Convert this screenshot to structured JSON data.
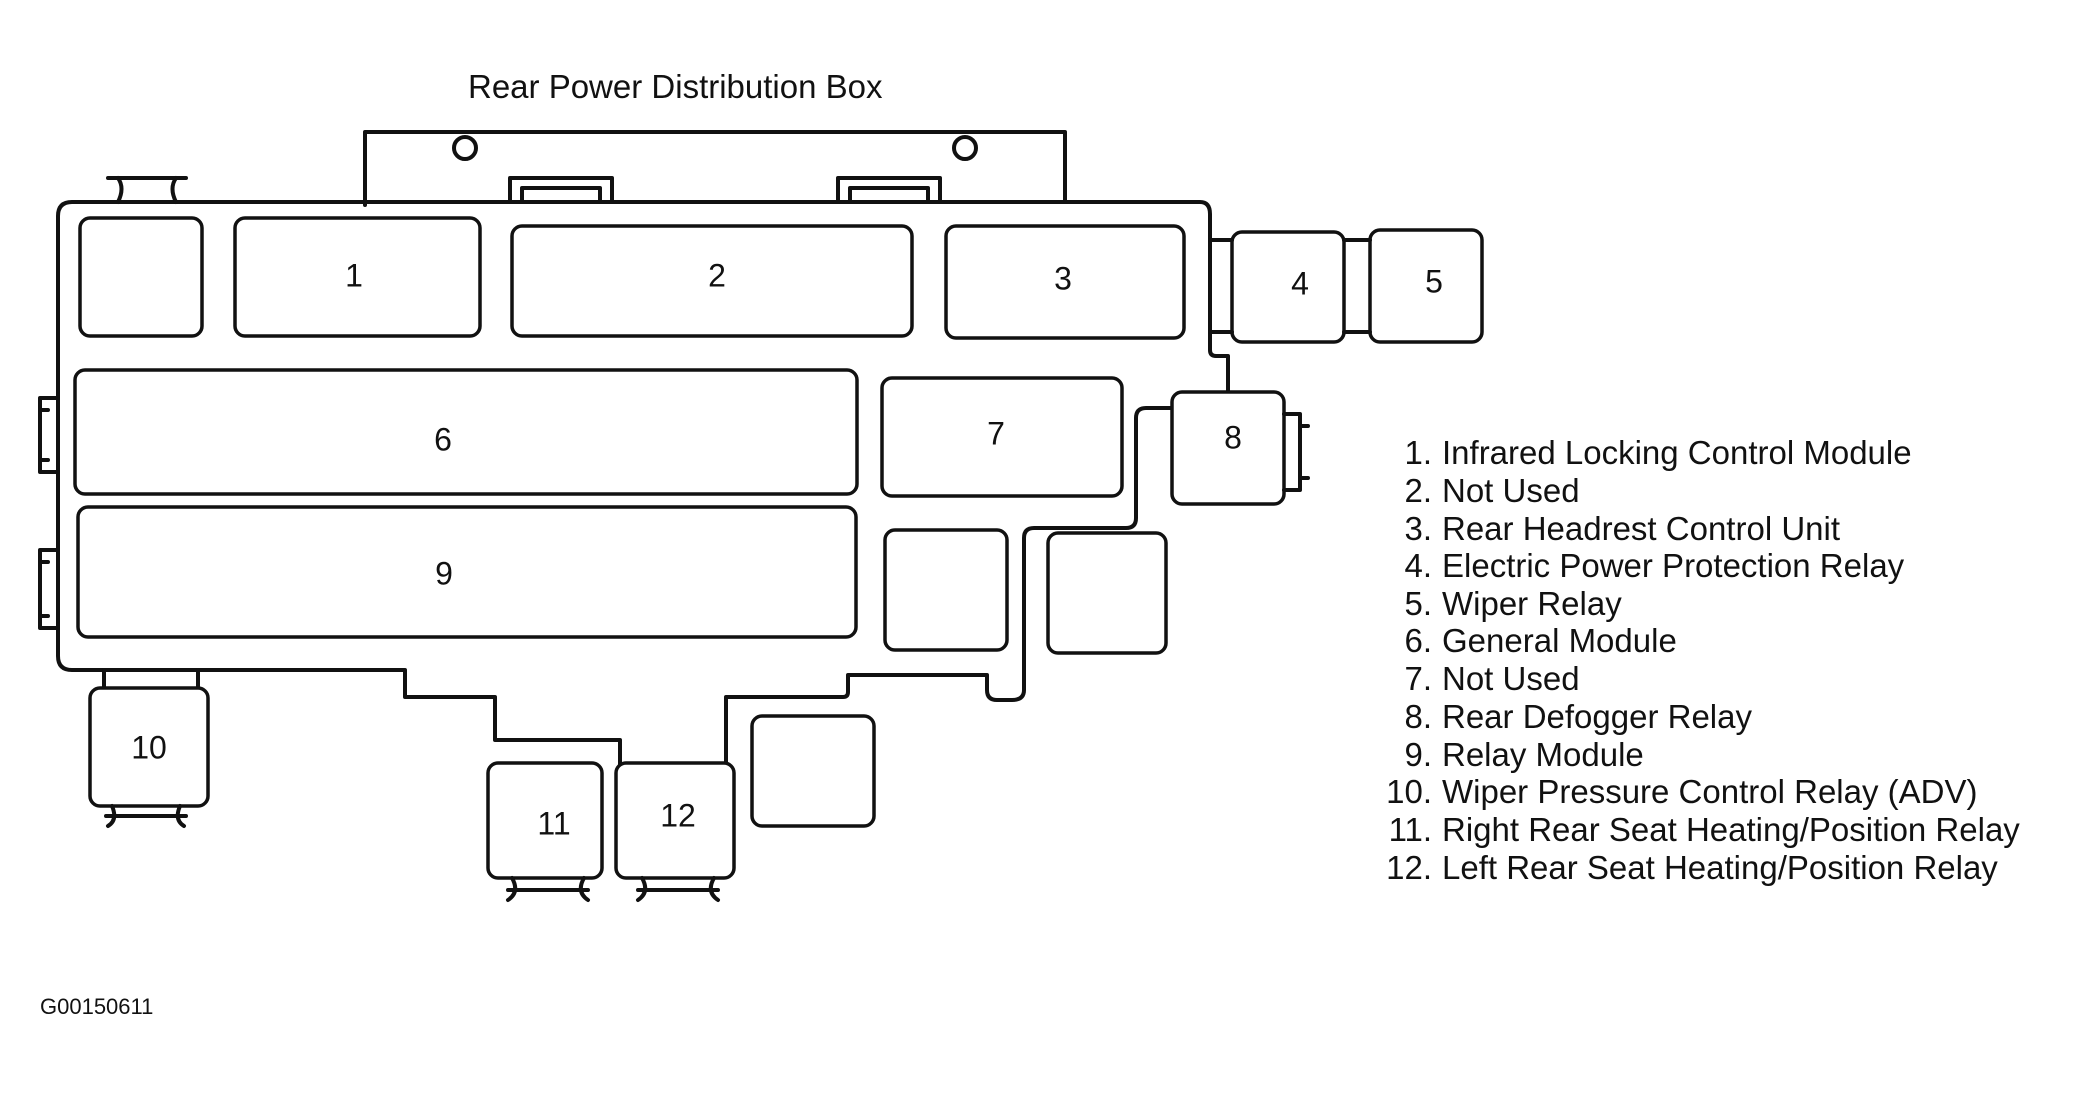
{
  "title": "Rear Power Distribution Box",
  "figure_id": "G00150611",
  "components": [
    {
      "num": "1"
    },
    {
      "num": "2"
    },
    {
      "num": "3"
    },
    {
      "num": "4"
    },
    {
      "num": "5"
    },
    {
      "num": "6"
    },
    {
      "num": "7"
    },
    {
      "num": "8"
    },
    {
      "num": "9"
    },
    {
      "num": "10"
    },
    {
      "num": "11"
    },
    {
      "num": "12"
    }
  ],
  "legend": [
    {
      "num": "1.",
      "label": "Infrared Locking Control Module"
    },
    {
      "num": "2.",
      "label": "Not Used"
    },
    {
      "num": "3.",
      "label": "Rear Headrest Control Unit"
    },
    {
      "num": "4.",
      "label": "Electric Power Protection Relay"
    },
    {
      "num": "5.",
      "label": "Wiper Relay"
    },
    {
      "num": "6.",
      "label": "General Module"
    },
    {
      "num": "7.",
      "label": "Not Used"
    },
    {
      "num": "8.",
      "label": "Rear Defogger Relay"
    },
    {
      "num": "9.",
      "label": "Relay Module"
    },
    {
      "num": "10.",
      "label": "Wiper Pressure Control Relay (ADV)"
    },
    {
      "num": "11.",
      "label": "Right Rear Seat Heating/Position Relay"
    },
    {
      "num": "12.",
      "label": "Left Rear Seat Heating/Position Relay"
    }
  ]
}
